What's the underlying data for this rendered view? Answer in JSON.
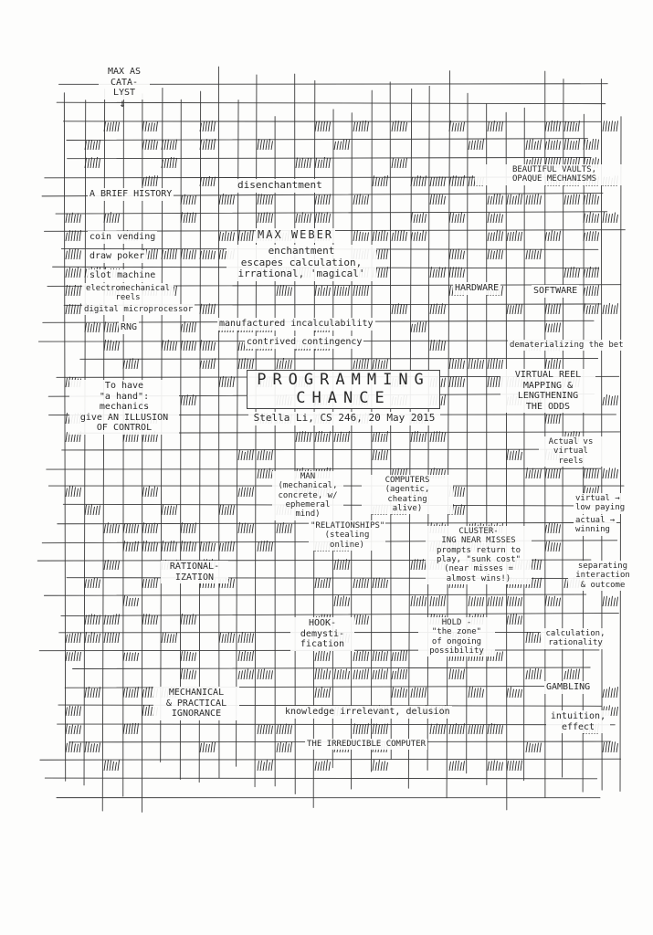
{
  "labels": {
    "max_catalyst": "MAX AS\nCATA-\nLYST",
    "arrow_down": "↓",
    "brief_history": "A BRIEF HISTORY",
    "disenchantment": "disenchantment",
    "beautiful_vaults": "BEAUTIFUL VAULTS,\nOPAQUE MECHANISMS",
    "coin_vending": "coin vending",
    "draw_poker": "draw poker",
    "slot_machine": "slot machine",
    "electromechanical": "electromechanical\nreels",
    "digital_microprocessor": "digital microprocessor",
    "rng": "RNG",
    "max_weber": "MAX WEBER",
    "weber_body": "enchantment\nescapes calculation,\nirrational, 'magical'",
    "hardware": "HARDWARE",
    "software": "SOFTWARE",
    "manufactured": "manufactured incalculability",
    "contrived": "contrived contingency",
    "dematerializing": "dematerializing the bet",
    "virtual_reel": "VIRTUAL REEL\nMAPPING &\nLENGTHENING\nTHE ODDS",
    "hand": "To have\n\"a hand\":\nmechanics\ngive AN ILLUSION\nOF CONTROL",
    "title": "PROGRAMMING\nCHANCE",
    "subtitle": "Stella Li, CS 246, 20 May 2015",
    "actual_vs_virtual": "Actual vs\nvirtual\nreels",
    "man_mechanical": "MAN\n(mechanical,\nconcrete, w/\nephemeral\nmind)",
    "computers": "COMPUTERS\n(agentic, cheating\nalive)",
    "virtual_low": "virtual →\nlow paying",
    "relationships": "\"RELATIONSHIPS\"\n(stealing\nonline)",
    "actual_winning": "actual →\nwinning",
    "clustering": "CLUSTER-\nING NEAR MISSES\nprompts return to\nplay, \"sunk cost\"\n(near misses =\nalmost wins!)",
    "rationalization": "RATIONAL-\nIZATION",
    "separating": "separating\ninteraction\n& outcome",
    "hook": "HOOK-\ndemysti-\nfication",
    "hold": "HOLD -\n\"the zone\"\nof ongoing\npossibility",
    "calculation": "calculation,\nrationality",
    "mechanical_ignorance": "MECHANICAL\n& PRACTICAL\nIGNORANCE",
    "gambling": "GAMBLING",
    "knowledge": "knowledge irrelevant, delusion",
    "intuition": "intuition,\neffect",
    "irreducible": "THE IRREDUCIBLE COMPUTER"
  }
}
